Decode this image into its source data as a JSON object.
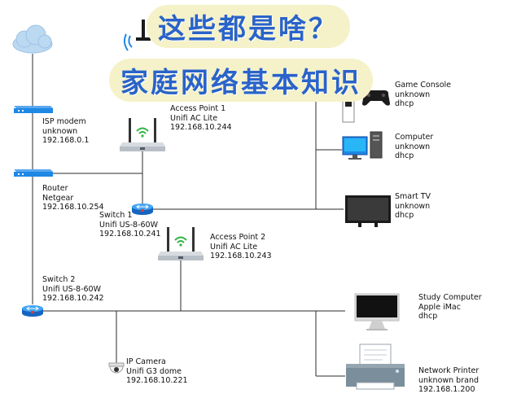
{
  "title": {
    "line1": "这些都是啥？",
    "line2": "家庭网络基本知识"
  },
  "devices": {
    "isp_modem": {
      "name": "ISP modem",
      "model": "unknown",
      "ip": "192.168.0.1"
    },
    "router": {
      "name": "Router",
      "model": "Netgear",
      "ip": "192.168.10.254"
    },
    "switch1": {
      "name": "Switch 1",
      "model": "Unifi US-8-60W",
      "ip": "192.168.10.241"
    },
    "switch2": {
      "name": "Switch 2",
      "model": "Unifi US-8-60W",
      "ip": "192.168.10.242"
    },
    "ap1": {
      "name": "Access Point 1",
      "model": "Unifi AC Lite",
      "ip": "192.168.10.244"
    },
    "ap2": {
      "name": "Access Point 2",
      "model": "Unifi AC Lite",
      "ip": "192.168.10.243"
    },
    "game_console": {
      "name": "Game Console",
      "model": "unknown",
      "ip": "dhcp"
    },
    "computer": {
      "name": "Computer",
      "model": "unknown",
      "ip": "dhcp"
    },
    "smart_tv": {
      "name": "Smart TV",
      "model": "unknown",
      "ip": "dhcp"
    },
    "study_computer": {
      "name": "Study Computer",
      "model": "Apple iMac",
      "ip": "dhcp"
    },
    "network_printer": {
      "name": "Network Printer",
      "model": "unknown brand",
      "ip": "192.168.1.200"
    },
    "ip_camera": {
      "name": "IP Camera",
      "model": "Unifi G3 dome",
      "ip": "192.168.10.221"
    }
  },
  "colors": {
    "line": "#2b2b2b",
    "device_blue": "#1e88e5",
    "title_blue": "#2a63c9",
    "title_bg": "#f5f2c9"
  },
  "icons": {
    "internet": "cloud-icon",
    "modem": "modem-icon",
    "router": "router-icon",
    "switch": "switch-icon",
    "access_point": "wifi-access-point-icon",
    "game_console": "gamepad-icon",
    "computer": "desktop-computer-icon",
    "tv": "tv-icon",
    "imac": "imac-icon",
    "printer": "printer-icon",
    "camera": "dome-camera-icon"
  }
}
